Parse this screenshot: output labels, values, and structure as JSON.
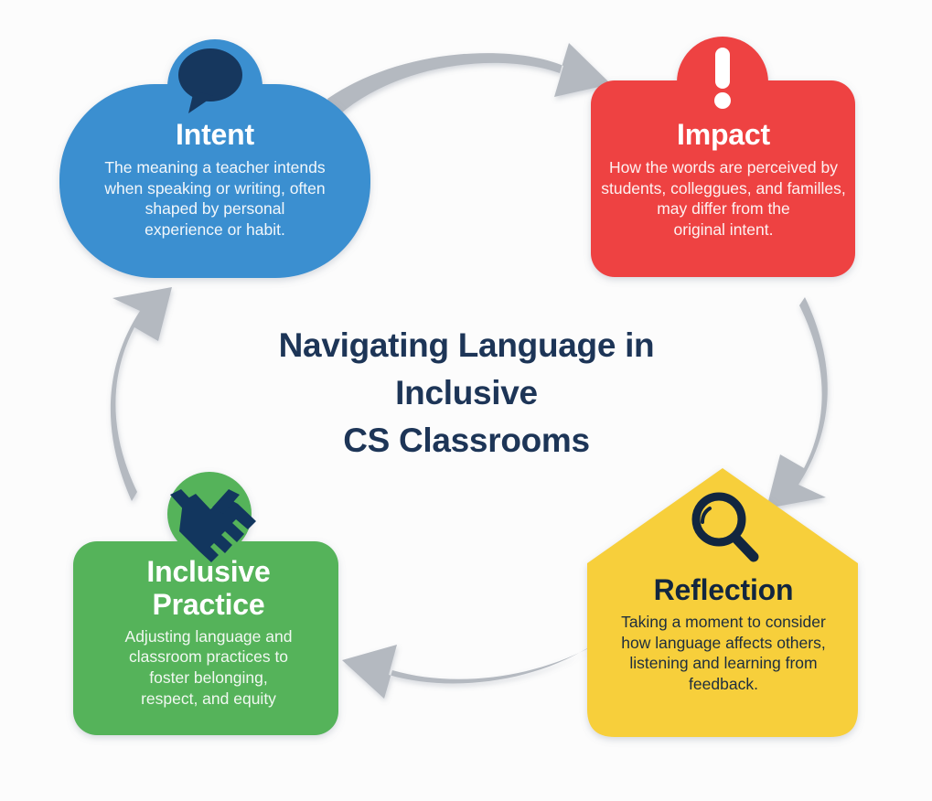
{
  "diagram": {
    "center_title_lines": [
      "Navigating Language in",
      "Inclusive",
      "CS Classrooms"
    ],
    "background_color": "#fcfcfc",
    "title_color": "#1d3557",
    "arrow_color": "#b4b9c0",
    "icon_color": "#12365e"
  },
  "nodes": {
    "intent": {
      "title": "Intent",
      "shape": "rounded-blob",
      "color": "#3b8fd0",
      "icon": "speech-bubble-icon",
      "desc_lines": [
        "The meaning a teacher intends",
        "when speaking or writing, often",
        "shaped by personal",
        "experience or habit."
      ]
    },
    "impact": {
      "title": "Impact",
      "shape": "rounded-rect",
      "color": "#ee4343",
      "icon": "exclamation-icon",
      "desc_lines": [
        "How the words are perceived by",
        "students, colleggues, and familles,",
        "may differ from the",
        "original intent."
      ]
    },
    "reflection": {
      "title": "Reflection",
      "shape": "pentagon-house",
      "color": "#f7cf3b",
      "icon": "magnifier-icon",
      "desc_lines": [
        "Taking a moment to consider",
        "how language affects others,",
        "listening and learning from",
        "feedback."
      ]
    },
    "practice": {
      "title_lines": [
        "Inclusive",
        "Practice"
      ],
      "title": "Inclusive Practice",
      "shape": "rounded-rect",
      "color": "#55b35a",
      "icon": "handshake-icon",
      "desc_lines": [
        "Adjusting language and",
        "classroom practices to",
        "foster belonging,",
        "respect, and equity"
      ]
    }
  },
  "arrows": [
    {
      "name": "intent-to-impact",
      "direction": "right"
    },
    {
      "name": "impact-to-reflection",
      "direction": "down"
    },
    {
      "name": "reflection-to-practice",
      "direction": "left"
    },
    {
      "name": "practice-to-intent",
      "direction": "up"
    }
  ]
}
